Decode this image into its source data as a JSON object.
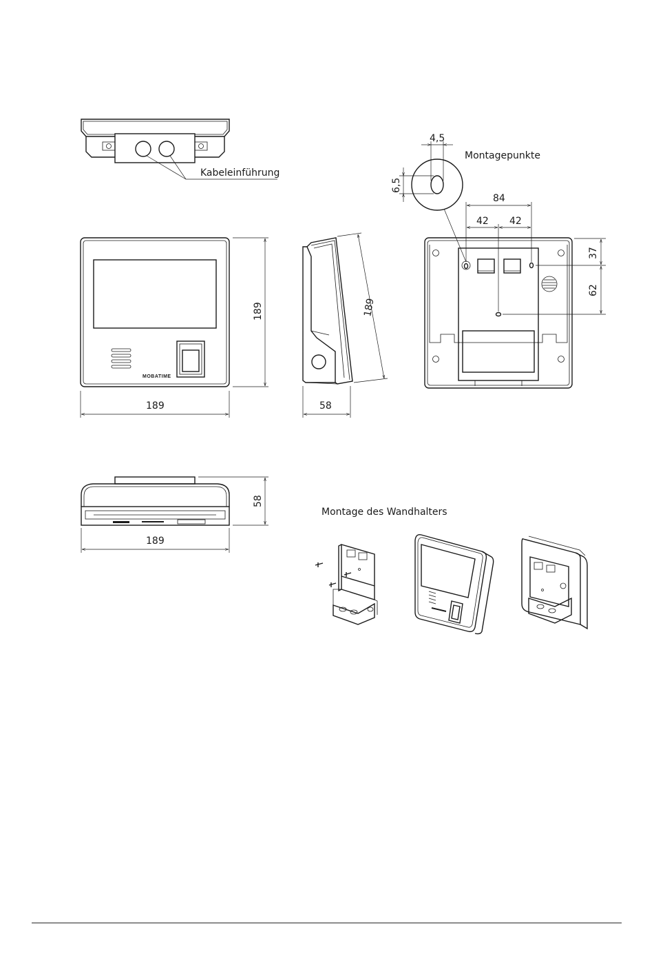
{
  "labels": {
    "cable_entry": "Kabeleinführung",
    "mounting_points": "Montagepunkte",
    "wall_bracket_mounting": "Montage des Wandhalters",
    "brand": "MOBATIME"
  },
  "dimensions": {
    "hole_width": "4,5",
    "hole_height": "6,5",
    "hole_spacing_total": "84",
    "hole_spacing_left": "42",
    "hole_spacing_right": "42",
    "hole_top_offset": "37",
    "hole_vertical_distance": "62",
    "front_width": "189",
    "front_height": "189",
    "side_depth": "58",
    "side_height": "189",
    "bottom_width": "189",
    "bottom_depth": "58"
  }
}
